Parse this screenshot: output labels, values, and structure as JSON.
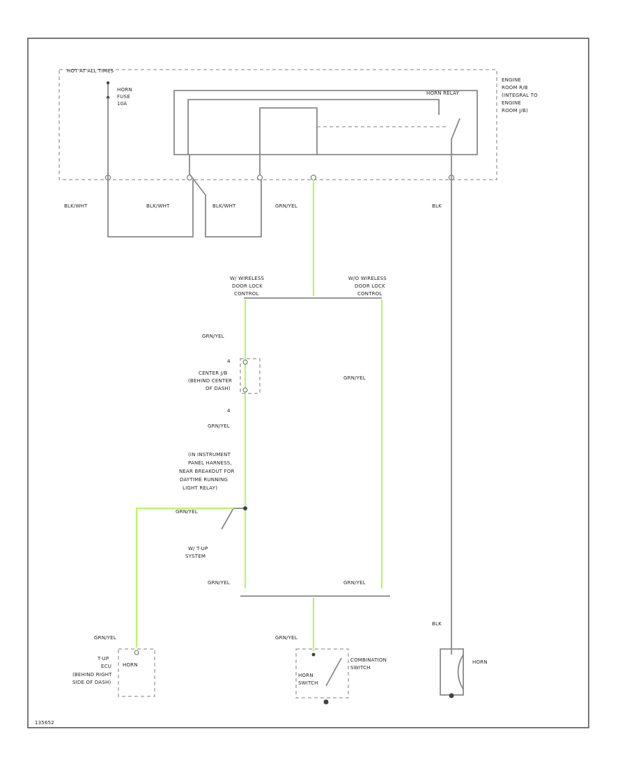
{
  "labels": {
    "hot_at_all_times": "HOT AT ALL TIMES",
    "horn_fuse_1": "HORN",
    "horn_fuse_2": "FUSE",
    "horn_fuse_3": "10A",
    "engine_room_1": "ENGINE",
    "engine_room_2": "ROOM R/B",
    "engine_room_3": "(INTEGRAL TO",
    "engine_room_4": "ENGINE",
    "engine_room_5": "ROOM J/B)",
    "horn_relay": "HORN RELAY",
    "wire_b1": "BLK/WHT",
    "wire_b2": "BLK/WHT",
    "wire_b3": "BLK/WHT",
    "wire_g1": "GRN/YEL",
    "wire_blk": "BLK",
    "w_wireless_1": "W/ WIRELESS",
    "w_wireless_2": "DOOR LOCK",
    "w_wireless_3": "CONTROL",
    "wo_wireless_1": "W/O WIRELESS",
    "wo_wireless_2": "DOOR LOCK",
    "wo_wireless_3": "CONTROL",
    "wire_g2": "GRN/YEL",
    "center_jb_1": "CENTER J/B",
    "center_jb_2": "(BEHIND CENTER",
    "center_jb_3": "OF DASH)",
    "pin_top": "4",
    "pin_bottom": "4",
    "wire_g3": "GRN/YEL",
    "wire_g4": "GRN/YEL",
    "ip_harness_1": "(IN INSTRUMENT",
    "ip_harness_2": "PANEL HARNESS,",
    "ip_harness_3": "NEAR BREAKOUT FOR",
    "ip_harness_4": "DAYTIME RUNNING",
    "ip_harness_5": "LIGHT RELAY)",
    "wire_g5": "GRN/YEL",
    "w_tup_1": "W/ T-UP",
    "w_tup_2": "SYSTEM",
    "wire_g6": "GRN/YEL",
    "wire_g7": "GRN/YEL",
    "wire_g8": "GRN/YEL",
    "wire_g9": "GRN/YEL",
    "tup_ecu_1": "T-UP",
    "tup_ecu_2": "ECU",
    "tup_ecu_3": "(BEHIND RIGHT",
    "tup_ecu_4": "SIDE OF DASH)",
    "tup_horn": "HORN",
    "horn_switch_1": "HORN",
    "horn_switch_2": "SWITCH",
    "combo_switch_1": "COMBINATION",
    "combo_switch_2": "SWITCH",
    "wire_blk2": "BLK",
    "horn": "HORN",
    "diagram_id": "135652"
  },
  "colors": {
    "wire_green": "#b9f56a",
    "wire_gray": "#888888",
    "frame": "#555555"
  }
}
